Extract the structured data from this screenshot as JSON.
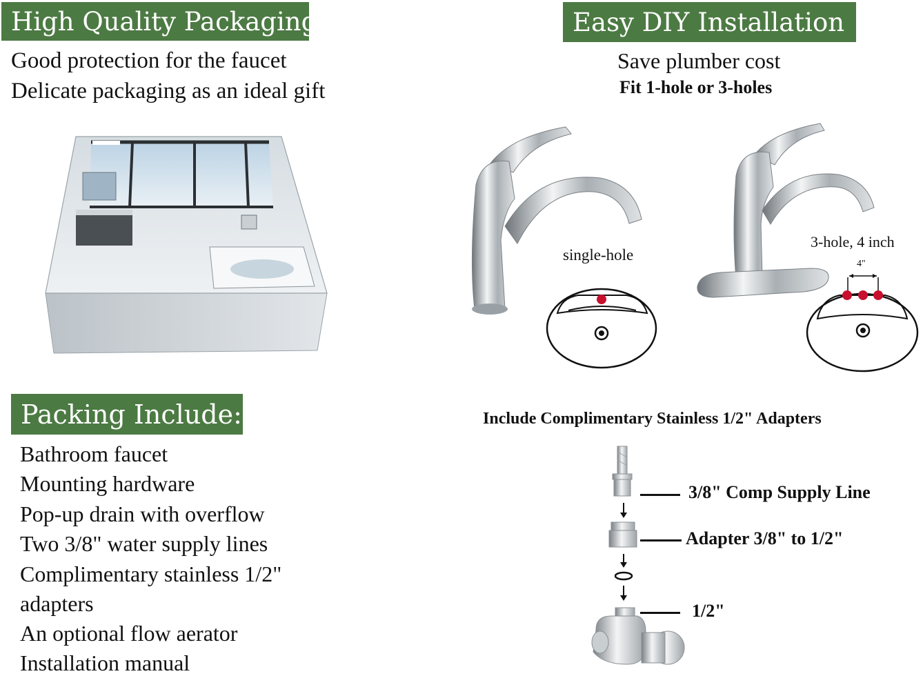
{
  "colors": {
    "banner_green": "#4c7a43",
    "hole_red": "#c8102e"
  },
  "packaging": {
    "title": "High Quality Packaging",
    "lines": [
      "Good protection for the faucet",
      "Delicate packaging as an ideal gift"
    ]
  },
  "installation": {
    "title": "Easy DIY Installation",
    "subtitle": "Save plumber cost",
    "fit": "Fit 1-hole or 3-holes",
    "single_label": "single-hole",
    "three_label": "3-hole, 4 inch",
    "spacing_label": "4\""
  },
  "packing": {
    "title": "Packing Include:",
    "items": [
      "Bathroom faucet",
      "Mounting hardware",
      "Pop-up drain with overflow",
      "Two 3/8\" water supply lines",
      "Complimentary stainless 1/2\"",
      "adapters",
      "An optional flow aerator",
      "Installation manual"
    ]
  },
  "adapters": {
    "title": "Include Complimentary Stainless 1/2\" Adapters",
    "parts": [
      "3/8\" Comp Supply Line",
      "Adapter 3/8\" to 1/2\"",
      "1/2\""
    ]
  }
}
